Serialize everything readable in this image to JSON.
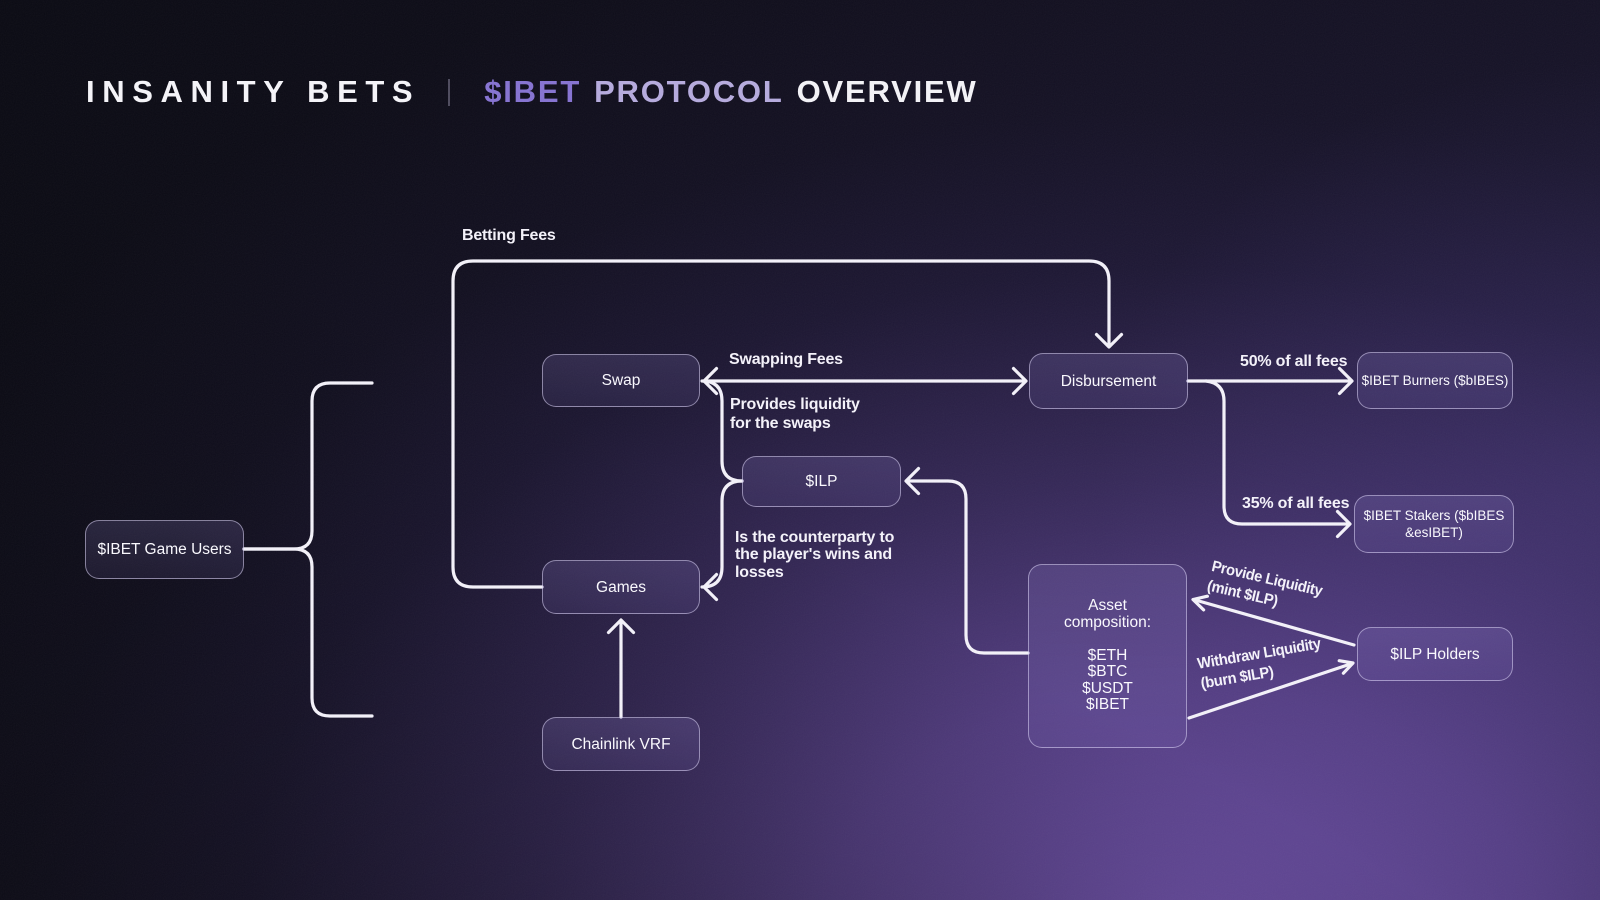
{
  "header": {
    "brand": "INSANITY BETS",
    "separator": "|",
    "title": {
      "token": "$IBET",
      "middle": "PROTOCOL",
      "end": "OVERVIEW"
    }
  },
  "nodes": {
    "game_users": {
      "label": "$IBET Game Users"
    },
    "swap": {
      "label": "Swap"
    },
    "disbursement": {
      "label": "Disbursement"
    },
    "ibet_burners": {
      "label": "$IBET Burners ($bIBES)"
    },
    "ibet_stakers": {
      "label": "$IBET Stakers ($bIBES\n&esIBET)"
    },
    "ilp": {
      "label": "$ILP"
    },
    "games": {
      "label": "Games"
    },
    "asset_composition": {
      "label": "Asset\ncomposition:\n\n$ETH\n$BTC\n$USDT\n$IBET"
    },
    "ilp_holders": {
      "label": "$ILP Holders"
    },
    "chainlink_vrf": {
      "label": "Chainlink VRF"
    }
  },
  "edge_labels": {
    "betting_fees": "Betting Fees",
    "swapping_fees": "Swapping Fees",
    "provides_liquidity": "Provides liquidity\nfor the swaps",
    "counterparty": "Is the counterparty to\nthe player's wins and\nlosses",
    "fees_50": "50% of all fees",
    "fees_35": "35% of all fees",
    "provide_liquidity": "Provide Liquidity\n(mint $ILP)",
    "withdraw_liquidity": "Withdraw Liquidity\n(burn $ILP)"
  },
  "colors": {
    "background_base": "#0a0a13",
    "glow": "#8d6eda",
    "line": "#f4f2fa",
    "node_border": "#ded7f5",
    "accent_purple": "#8673d2",
    "accent_lavender": "#b6abde",
    "text": "#f5f4fb"
  }
}
